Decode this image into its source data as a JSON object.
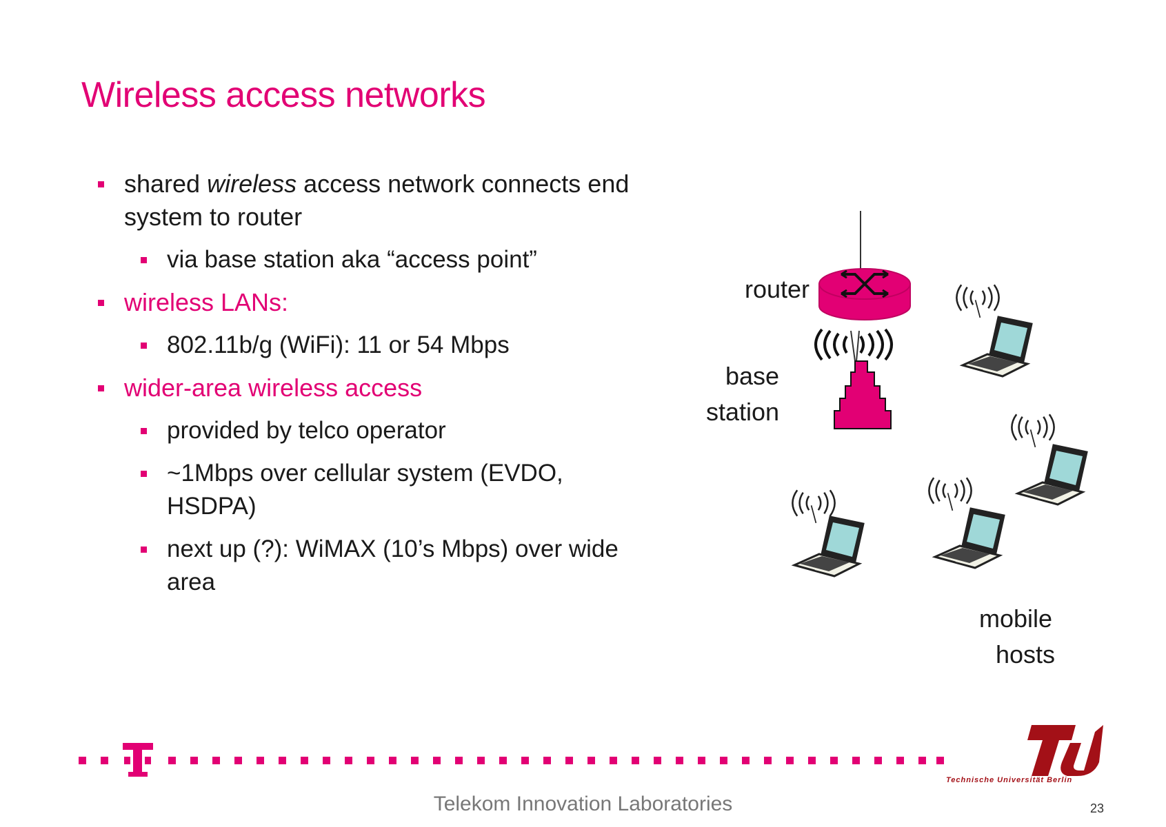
{
  "slide": {
    "title": "Wireless access networks",
    "bullets": {
      "b1": {
        "pre": "shared ",
        "em": "wireless",
        "post": " access network connects end system to router"
      },
      "b1_1": "via base station aka “access point”",
      "b2": "wireless LANs:",
      "b2_1": "802.11b/g (WiFi): 11 or 54  Mbps",
      "b3": "wider-area wireless access",
      "b3_1": "provided by telco operator",
      "b3_2": "~1Mbps over cellular system (EVDO, HSDPA)",
      "b3_3": "next up (?): WiMAX (10’s Mbps) over wide area"
    }
  },
  "diagram": {
    "router_label": "router",
    "base_label_1": "base",
    "base_label_2": "station",
    "mobile_label_1": "mobile",
    "mobile_label_2": "hosts"
  },
  "footer": {
    "org": "Telekom Innovation Laboratories",
    "university": "Technische Universität Berlin",
    "page_number": "23",
    "telekom_logo": "T",
    "tu_logo_side": "berlin"
  },
  "colors": {
    "accent": "#e20074",
    "tu_red": "#a31017",
    "screen": "#9fd8d8"
  }
}
